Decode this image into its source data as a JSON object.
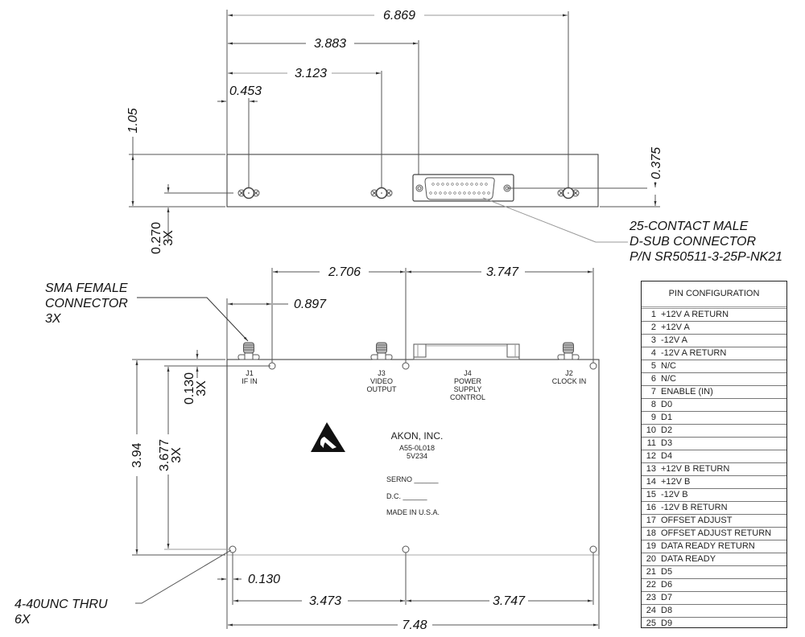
{
  "title": "AKON A55-0L018 Outline Drawing",
  "top_view": {
    "dimensions": {
      "overall_to_j2": "6.869",
      "to_j4": "3.883",
      "to_j3": "3.123",
      "to_j1": "0.453",
      "height": "1.05",
      "connector_height": "0.270",
      "connector_height_qty": "3X",
      "dsub_height": "0.375"
    },
    "dsub_callout": {
      "line1": "25-CONTACT MALE",
      "line2": "D-SUB CONNECTOR",
      "line3": "P/N SR50511-3-25P-NK21"
    }
  },
  "bottom_view": {
    "dimensions": {
      "j1_to_j3": "2.706",
      "j3_to_j2": "3.747",
      "edge_to_j1": "0.897",
      "overall_height": "3.94",
      "hole_span_vertical": "3.677",
      "hole_span_vertical_qty": "3X",
      "hole_inset_top": "0.130",
      "hole_inset_top_qty": "3X",
      "hole_inset_left": "0.130",
      "hole_left_to_mid": "3.473",
      "hole_mid_to_right": "3.747",
      "overall_width": "7.48"
    },
    "sma_callout": {
      "line1": "SMA FEMALE",
      "line2": "CONNECTOR",
      "line3": "3X"
    },
    "hole_callout": {
      "line1": "4-40UNC THRU",
      "line2": "6X"
    },
    "connectors": [
      {
        "id": "J1",
        "name": "IF IN"
      },
      {
        "id": "J3",
        "name_lines": [
          "VIDEO",
          "OUTPUT"
        ]
      },
      {
        "id": "J4",
        "name_lines": [
          "POWER",
          "SUPPLY",
          "CONTROL"
        ]
      },
      {
        "id": "J2",
        "name": "CLOCK IN"
      }
    ],
    "marking": {
      "company": "AKON, INC.",
      "part_number": "A55-0L018",
      "code": "5V234",
      "serno_label": "SERNO ______",
      "dc_label": "D.C.  ______",
      "origin": "MADE IN U.S.A."
    },
    "esd_icon": "esd-warning-icon"
  },
  "pin_table": {
    "header": "PIN CONFIGURATION",
    "pins": [
      {
        "pin": "1",
        "signal": "+12V A RETURN"
      },
      {
        "pin": "2",
        "signal": "+12V A"
      },
      {
        "pin": "3",
        "signal": "-12V A"
      },
      {
        "pin": "4",
        "signal": "-12V A RETURN"
      },
      {
        "pin": "5",
        "signal": "N/C"
      },
      {
        "pin": "6",
        "signal": "N/C"
      },
      {
        "pin": "7",
        "signal": "ENABLE (IN)"
      },
      {
        "pin": "8",
        "signal": "D0"
      },
      {
        "pin": "9",
        "signal": "D1"
      },
      {
        "pin": "10",
        "signal": "D2"
      },
      {
        "pin": "11",
        "signal": "D3"
      },
      {
        "pin": "12",
        "signal": "D4"
      },
      {
        "pin": "13",
        "signal": "+12V B RETURN"
      },
      {
        "pin": "14",
        "signal": "+12V B"
      },
      {
        "pin": "15",
        "signal": "-12V B"
      },
      {
        "pin": "16",
        "signal": "-12V B RETURN"
      },
      {
        "pin": "17",
        "signal": "OFFSET ADJUST"
      },
      {
        "pin": "18",
        "signal": "OFFSET ADJUST RETURN"
      },
      {
        "pin": "19",
        "signal": "DATA READY RETURN"
      },
      {
        "pin": "20",
        "signal": "DATA READY"
      },
      {
        "pin": "21",
        "signal": "D5"
      },
      {
        "pin": "22",
        "signal": "D6"
      },
      {
        "pin": "23",
        "signal": "D7"
      },
      {
        "pin": "24",
        "signal": "D8"
      },
      {
        "pin": "25",
        "signal": "D9"
      }
    ]
  }
}
